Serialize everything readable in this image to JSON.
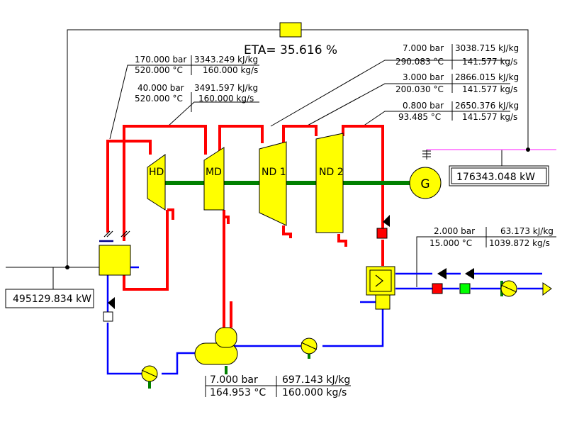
{
  "title": "ETA= 35.616 %",
  "components": {
    "hd": "HD",
    "md": "MD",
    "nd1": "ND 1",
    "nd2": "ND 2",
    "generator": "G"
  },
  "power": {
    "generator_output": "176343.048  kW",
    "boiler_heat": "495129.834  kW"
  },
  "states": {
    "hp_inlet": {
      "p": "170.000 bar",
      "h": "3343.249 kJ/kg",
      "t": "520.000 °C",
      "m": "160.000 kg/s"
    },
    "reheat": {
      "p": "40.000 bar",
      "h": "3491.597 kJ/kg",
      "t": "520.000 °C",
      "m": "160.000 kg/s"
    },
    "md_outlet": {
      "p": "7.000 bar",
      "h": "3038.715 kJ/kg",
      "t": "290.083 °C",
      "m": "141.577 kg/s"
    },
    "nd1_outlet": {
      "p": "3.000 bar",
      "h": "2866.015 kJ/kg",
      "t": "200.030 °C",
      "m": "141.577 kg/s"
    },
    "nd2_outlet": {
      "p": "0.800 bar",
      "h": "2650.376 kJ/kg",
      "t": "93.485 °C",
      "m": "141.577 kg/s"
    },
    "cooling": {
      "p": "2.000 bar",
      "h": "63.173 kJ/kg",
      "t": "15.000 °C",
      "m": "1039.872 kg/s"
    },
    "feedwater": {
      "p": "7.000 bar",
      "h": "697.143 kJ/kg",
      "t": "164.953 °C",
      "m": "160.000 kg/s"
    }
  },
  "colors": {
    "steam": "#ff0000",
    "water": "#0000ff",
    "shaft": "#008000",
    "component": "#ffff00",
    "electric": "#ff66ff"
  }
}
